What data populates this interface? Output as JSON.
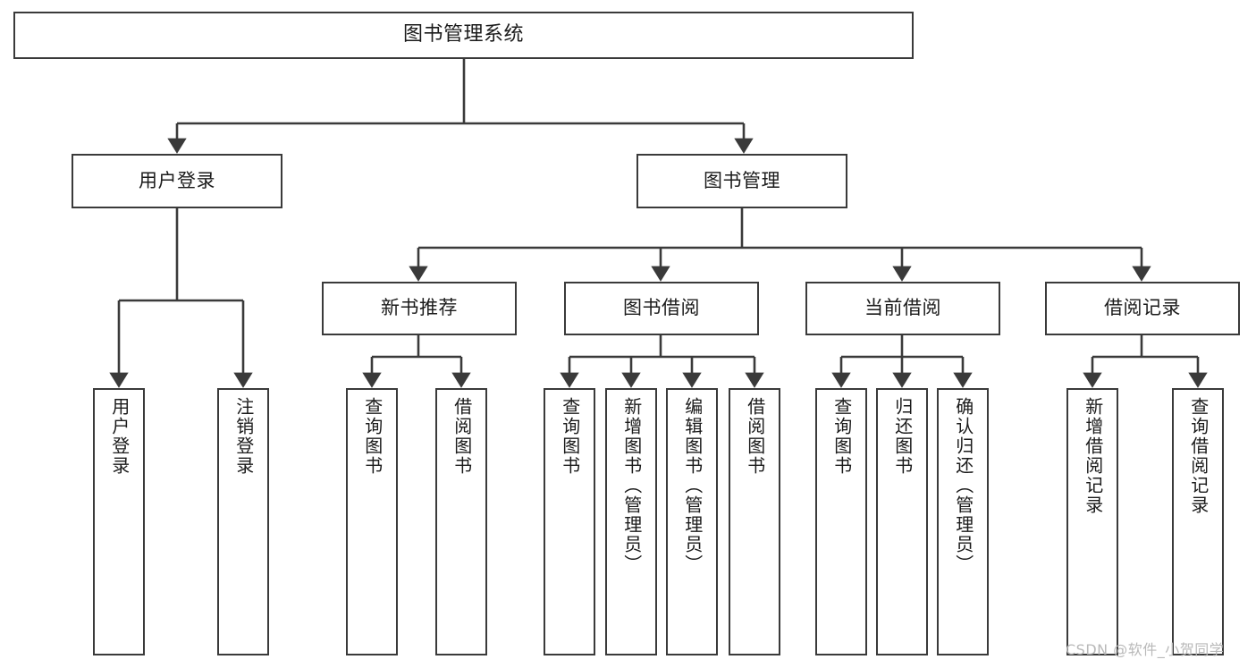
{
  "diagram": {
    "type": "tree-hierarchy",
    "title": "图书管理系统",
    "background_color": "#ffffff",
    "line_color": "#3a3a3a",
    "text_color": "#1b1b1b"
  },
  "nodes": {
    "root": {
      "label": "图书管理系统"
    },
    "level1": [
      {
        "id": "user-login",
        "label": "用户登录"
      },
      {
        "id": "book-manage",
        "label": "图书管理"
      }
    ],
    "level2": [
      {
        "id": "new-book-recommend",
        "label": "新书推荐"
      },
      {
        "id": "book-borrow",
        "label": "图书借阅"
      },
      {
        "id": "current-borrow",
        "label": "当前借阅"
      },
      {
        "id": "borrow-record",
        "label": "借阅记录"
      }
    ],
    "leaves": {
      "user_login": [
        {
          "id": "leaf-user-login",
          "label": "用户登录"
        },
        {
          "id": "leaf-logout-login",
          "label": "注销登录"
        }
      ],
      "new_book_recommend": [
        {
          "id": "leaf-query-book-1",
          "label": "查询图书"
        },
        {
          "id": "leaf-borrow-book-1",
          "label": "借阅图书"
        }
      ],
      "book_borrow": [
        {
          "id": "leaf-query-book-2",
          "label": "查询图书"
        },
        {
          "id": "leaf-add-book",
          "label": "新增图书（管理员）"
        },
        {
          "id": "leaf-edit-book",
          "label": "编辑图书（管理员）"
        },
        {
          "id": "leaf-borrow-book-2",
          "label": "借阅图书"
        }
      ],
      "current_borrow": [
        {
          "id": "leaf-query-book-3",
          "label": "查询图书"
        },
        {
          "id": "leaf-return-book",
          "label": "归还图书"
        },
        {
          "id": "leaf-confirm-return",
          "label": "确认归还（管理员）"
        }
      ],
      "borrow_record": [
        {
          "id": "leaf-add-record",
          "label": "新增借阅记录"
        },
        {
          "id": "leaf-query-record",
          "label": "查询借阅记录"
        }
      ]
    }
  },
  "watermark": {
    "text": "CSDN @软件_小贺同学"
  }
}
